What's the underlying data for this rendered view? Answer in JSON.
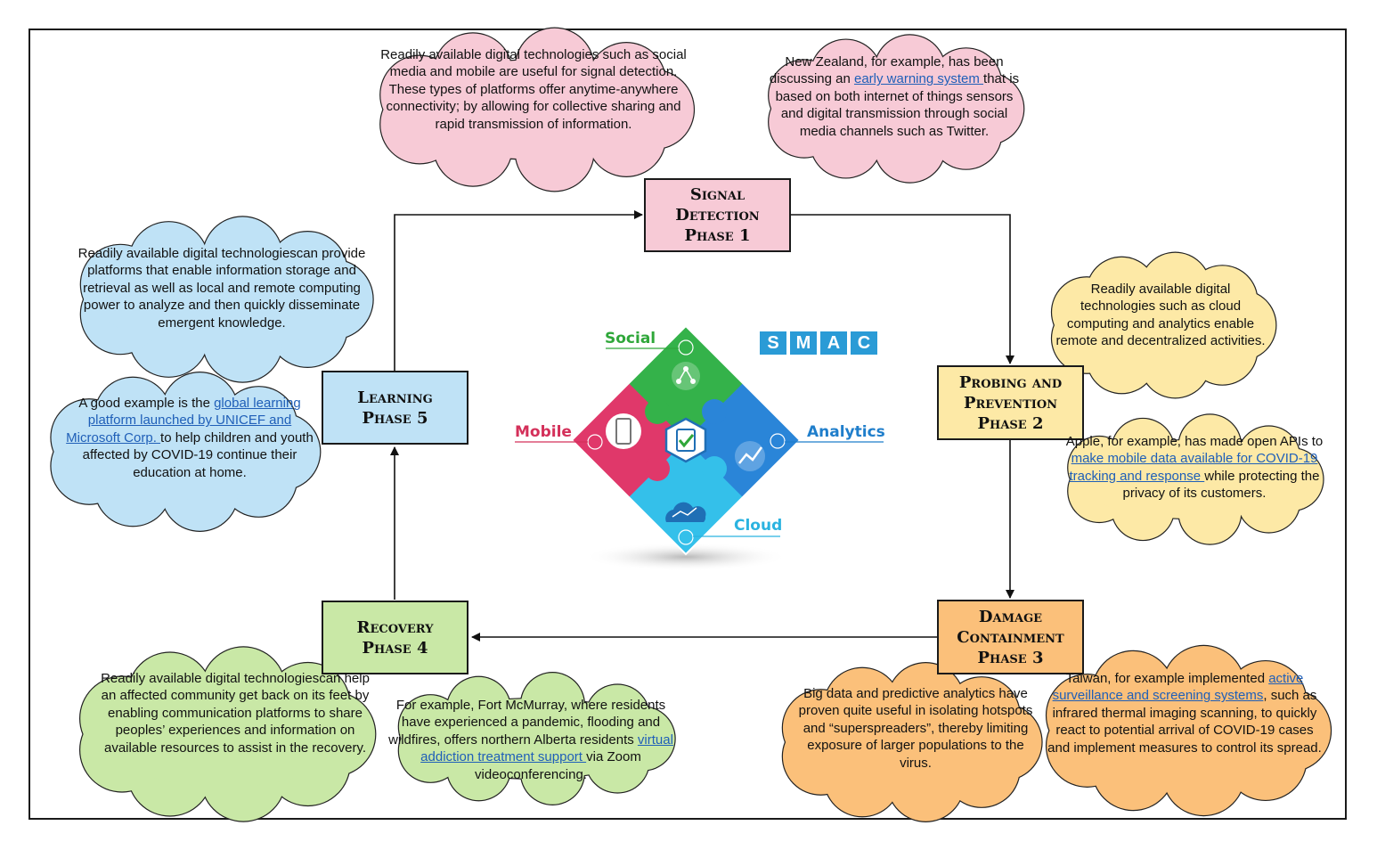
{
  "phases": {
    "p1": {
      "title": "Signal Detection",
      "sub": "Phase 1",
      "color": "#f7cad6"
    },
    "p2": {
      "title": "Probing and Prevention",
      "sub": "Phase 2",
      "color": "#fde9a6"
    },
    "p3": {
      "title": "Damage Containment",
      "sub": "Phase 3",
      "color": "#fbc07a"
    },
    "p4": {
      "title": "Recovery",
      "sub": "Phase 4",
      "color": "#c9e8a6"
    },
    "p5": {
      "title": "Learning",
      "sub": "Phase 5",
      "color": "#bfe2f6"
    }
  },
  "clouds": {
    "signal_a": {
      "parts": [
        {
          "t": "Readily available digital technologies such as social media and mobile are useful for signal detection. These types of platforms offer anytime-anywhere connectivity; by allowing for collective sharing and rapid transmission of information."
        }
      ]
    },
    "signal_b": {
      "parts": [
        {
          "t": "New Zealand, for example, has been discussing an "
        },
        {
          "t": "early warning system ",
          "link": true
        },
        {
          "t": "that is based on both internet of things sensors and digital transmission through social media channels such as Twitter."
        }
      ]
    },
    "probing_a": {
      "parts": [
        {
          "t": "Readily available digital technologies such as cloud computing and analytics enable remote and decentralized activities."
        }
      ]
    },
    "probing_b": {
      "parts": [
        {
          "t": "Apple, for example, has made open APIs to "
        },
        {
          "t": "make mobile data available for COVID-19 tracking and response ",
          "link": true
        },
        {
          "t": "while protecting the privacy of its customers."
        }
      ]
    },
    "damage_a": {
      "parts": [
        {
          "t": "Big data and predictive analytics have proven quite useful in isolating hotspots and “superspreaders”, thereby limiting exposure of larger populations to the virus."
        }
      ]
    },
    "damage_b": {
      "parts": [
        {
          "t": "Taiwan, for example implemented "
        },
        {
          "t": "active surveillance and screening systems",
          "link": true
        },
        {
          "t": ", such as infrared thermal imaging scanning, to quickly react to potential arrival of COVID-19 cases and implement measures to control its spread."
        }
      ]
    },
    "recovery_a": {
      "parts": [
        {
          "t": "Readily available digital technologiescan help an affected community get back on its feet by enabling communication platforms to share peoples’ experiences and information on available resources to assist in the recovery."
        }
      ]
    },
    "recovery_b": {
      "parts": [
        {
          "t": "For example, Fort McMurray, where residents have experienced a pandemic, flooding and wildfires, offers northern Alberta residents "
        },
        {
          "t": "virtual addiction treatment support ",
          "link": true
        },
        {
          "t": "via Zoom videoconferencing."
        }
      ]
    },
    "learning_a": {
      "parts": [
        {
          "t": "Readily available digital technologiescan provide platforms that enable information storage and retrieval as well as local and remote computing power to analyze and then quickly disseminate emergent knowledge."
        }
      ]
    },
    "learning_b": {
      "parts": [
        {
          "t": "A good example is the "
        },
        {
          "t": "global learning platform launched by UNICEF and Microsoft Corp. ",
          "link": true
        },
        {
          "t": "to help children and youth affected by COVID-19 continue their education at home."
        }
      ]
    }
  },
  "smac": {
    "letters": [
      "S",
      "M",
      "A",
      "C"
    ],
    "labels": {
      "social": "Social",
      "mobile": "Mobile",
      "analytics": "Analytics",
      "cloud": "Cloud"
    },
    "colors": {
      "social": "#2fa73a",
      "mobile": "#d4305a",
      "analytics": "#1f7ecb",
      "cloud": "#2bb3e0"
    },
    "icons": {
      "social": "people-network-icon",
      "mobile": "smartphone-icon",
      "analytics": "line-chart-icon",
      "cloud": "cloud-chart-icon",
      "center": "clipboard-check-icon"
    }
  }
}
